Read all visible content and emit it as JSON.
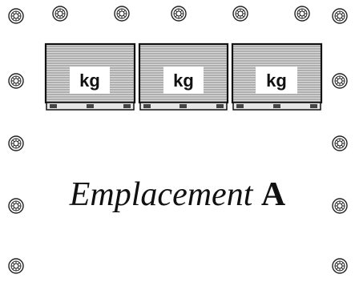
{
  "diagram": {
    "caption_word": "Emplacement",
    "caption_letter": "A",
    "pallets": [
      {
        "label": "kg"
      },
      {
        "label": "kg"
      },
      {
        "label": "kg"
      }
    ],
    "post_icon": "tyre-post-icon",
    "colors": {
      "ink": "#111111",
      "pallet_fill": "#d6d6d6",
      "label_box": "#ffffff"
    }
  }
}
